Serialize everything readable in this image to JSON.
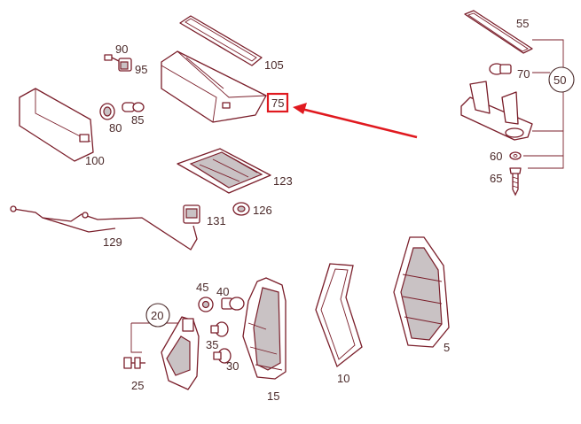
{
  "labels": {
    "p55": "55",
    "p70": "70",
    "p50": "50",
    "p60": "60",
    "p65": "65",
    "p90": "90",
    "p95": "95",
    "p85": "85",
    "p80": "80",
    "p100": "100",
    "p105": "105",
    "p75": "75",
    "p123": "123",
    "p126": "126",
    "p131": "131",
    "p129": "129",
    "p45": "45",
    "p40": "40",
    "p20": "20",
    "p35": "35",
    "p30": "30",
    "p25": "25",
    "p15": "15",
    "p10": "10",
    "p5": "5"
  },
  "highlight": {
    "target": "75",
    "box_color": "#e0191f",
    "arrow_color": "#e0191f"
  },
  "colors": {
    "line": "#7a1e2a",
    "label": "#4b2a2a"
  }
}
